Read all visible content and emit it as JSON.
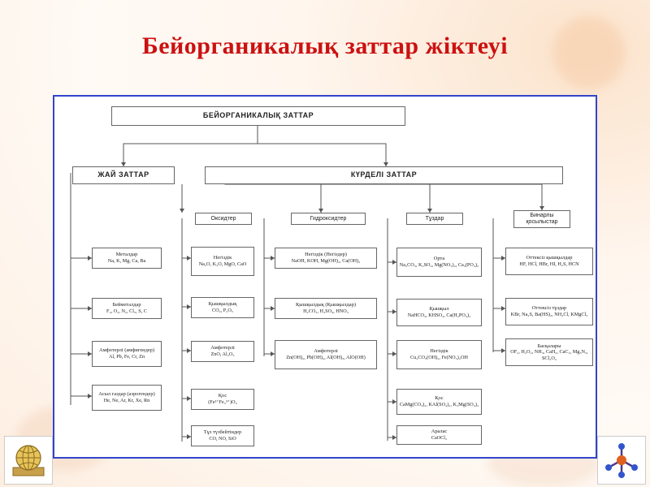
{
  "title": "Бейорганикалық заттар жіктеуі",
  "diagram": {
    "root": "БЕЙОРГАНИКАЛЫҚ ЗАТТАР",
    "simple": {
      "label": "ЖАЙ ЗАТТАР",
      "items": [
        {
          "name": "Металдар",
          "examples": "Na, K, Mg, Ca, Ba"
        },
        {
          "name": "Бейметалдар",
          "examples": "F₂, O₂, N₂, Cl₂, S, C"
        },
        {
          "name": "Амфотерлі (амфигендер)",
          "examples": "Al, Pb, Fe, Cr, Zn"
        },
        {
          "name": "Асыл газдар (аэрогендер)",
          "examples": "He, Ne, Ar, Kr, Xe, Rn"
        }
      ]
    },
    "complex": {
      "label": "КҮРДЕЛІ ЗАТТАР",
      "oxides": {
        "label": "Оксидтер",
        "items": [
          {
            "name": "Негіздік",
            "examples": "Na₂O, K₂O, MgO, CaO"
          },
          {
            "name": "Қышқылдық",
            "examples": "CO₂, P₂O₅"
          },
          {
            "name": "Амфотерлі",
            "examples": "ZnO, Al₂O₃"
          },
          {
            "name": "Қос",
            "examples": "(Fe²⁺Fe₂³⁺)O₄"
          },
          {
            "name": "Тұз түзбейтіндер",
            "examples": "CO, NO, SiO"
          }
        ]
      },
      "hydroxides": {
        "label": "Гидроксидтер",
        "items": [
          {
            "name": "Негіздік (Негіздер)",
            "examples": "NaOH, KOH, Mg(OH)₂, Ca(OH)₂"
          },
          {
            "name": "Қышқылдық (Қышқылдар)",
            "examples": "H₂CO₃, H₂SO₄, HNO₃"
          },
          {
            "name": "Амфотерлі",
            "examples": "Zn(OH)₂, Pb(OH)₂, Al(OH)₃, AlO(OH)"
          }
        ]
      },
      "salts": {
        "label": "Тұздар",
        "items": [
          {
            "name": "Орта",
            "examples": "Na₂CO₃, K₂SO₄, Mg(NO₃)₂, Ca₃(PO₄)₂"
          },
          {
            "name": "Қышқыл",
            "examples": "NaHCO₃, KHSO₄, Ca(H₂PO₄)₂"
          },
          {
            "name": "Негіздік",
            "examples": "Cu₂CO₃(OH)₂, Fe(NO₃)₂OH"
          },
          {
            "name": "Қос",
            "examples": "CaMg(CO₃)₂, KAl(SO₄)₂, K₂Mg(SO₄)₂"
          },
          {
            "name": "Аралас",
            "examples": "CaOCl₂"
          }
        ]
      },
      "binary": {
        "label": "Бинарлы қосылыстар",
        "items": [
          {
            "name": "Оттексіз қышқылдар",
            "examples": "HF, HCl, HBr, HI, H₂S, HCN"
          },
          {
            "name": "Оттексіз тұздар",
            "examples": "KBr, Na₂S, Ba(HS)₂, NH₄Cl, KMgCl₃"
          },
          {
            "name": "Басқалары",
            "examples": "OF₂, H₂O₂, NH₃, CaH₂, CaC₂, Mg₃N₂, SCl₂O₂"
          }
        ]
      }
    }
  },
  "icons": {
    "left": "globe-book-icon",
    "right": "molecule-icon"
  },
  "colors": {
    "title": "#cc1111",
    "panel_border": "#3344cc"
  }
}
